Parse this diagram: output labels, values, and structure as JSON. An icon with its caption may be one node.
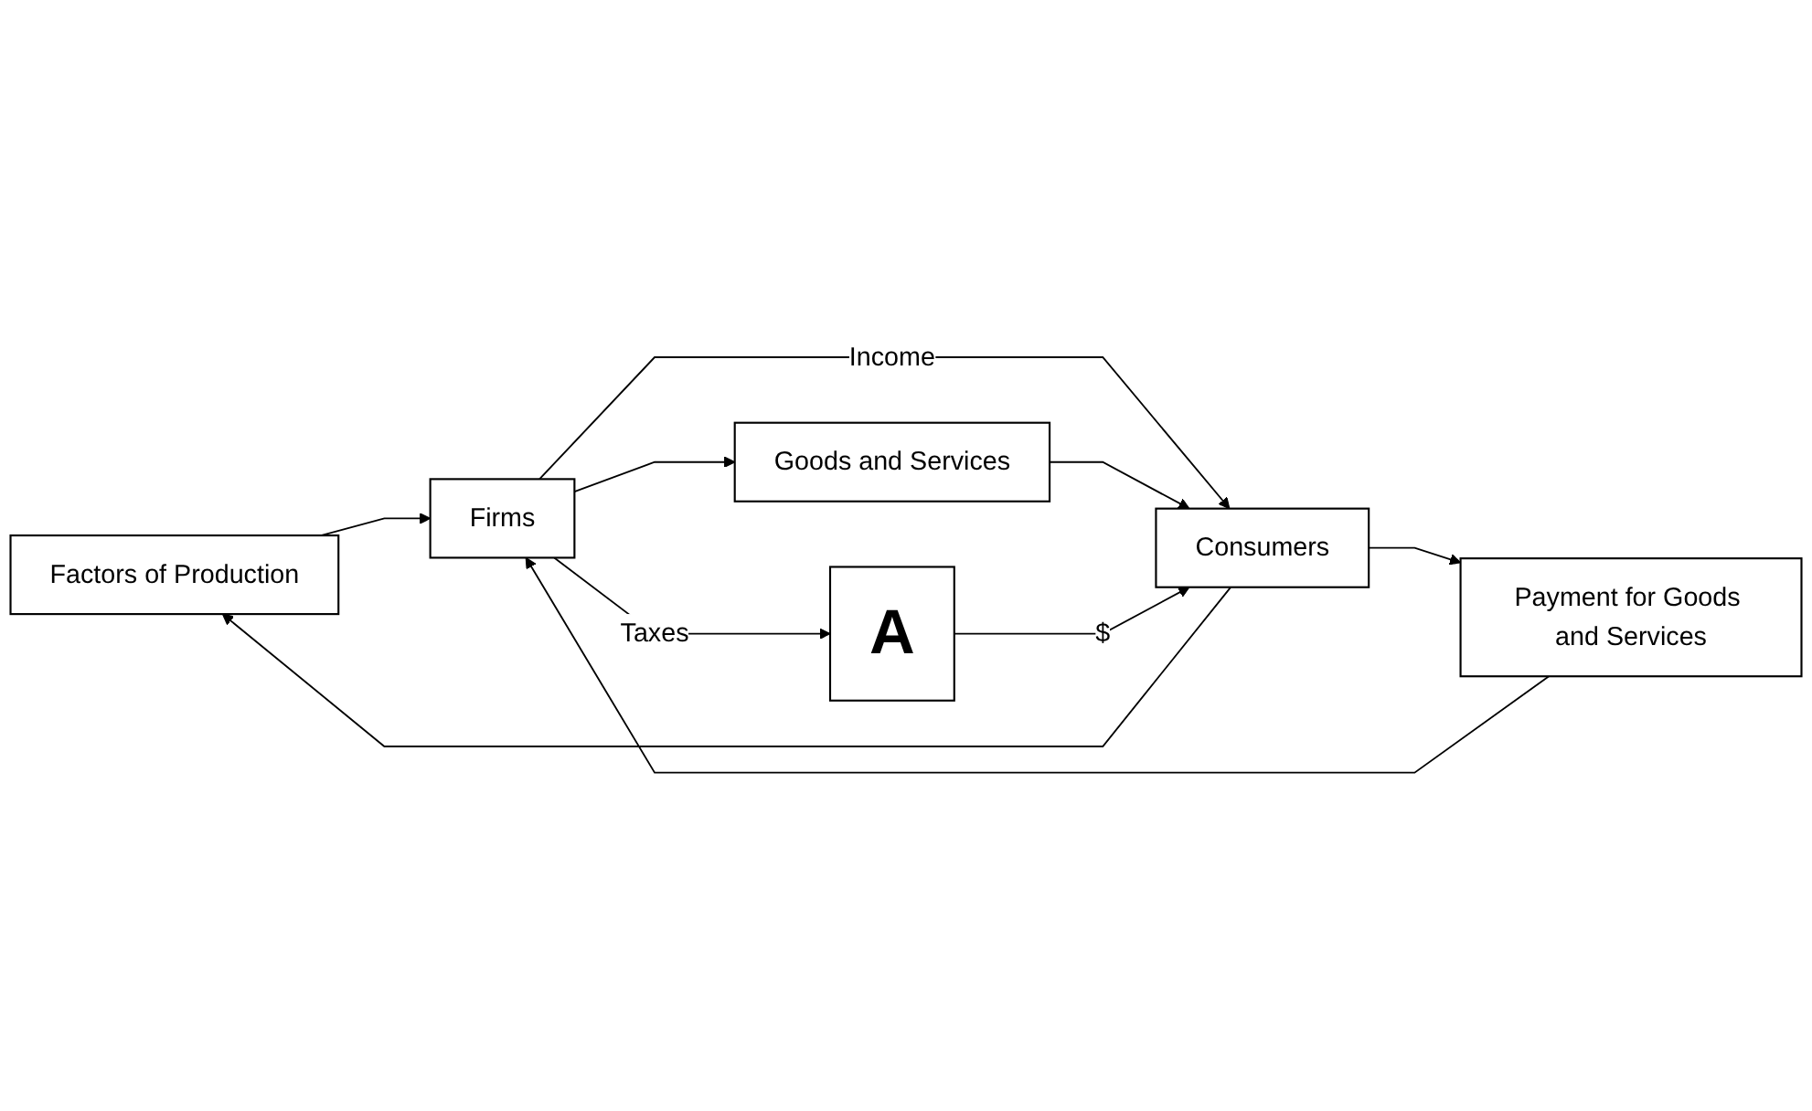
{
  "diagram": {
    "nodes": [
      {
        "text": [
          "Factors of Production"
        ]
      },
      {
        "text": [
          "Consumers"
        ]
      },
      {
        "text": [
          "Firms"
        ]
      },
      {
        "text": [
          "Goods and Services"
        ]
      },
      {
        "text": [
          "Payment for Goods and Services"
        ]
      },
      {
        "text": [
          "A"
        ]
      }
    ],
    "edges": [
      {
        "from": 1,
        "to": 0,
        "arrow": "to"
      },
      {
        "from": 0,
        "to": 2,
        "arrow": "to"
      },
      {
        "from": 2,
        "to": 1,
        "arrow": "to",
        "label": "Income"
      },
      {
        "from": 2,
        "to": 3,
        "arrow": "to"
      },
      {
        "from": 3,
        "to": 1,
        "arrow": "to"
      },
      {
        "from": 1,
        "to": 4,
        "arrow": "to"
      },
      {
        "from": 4,
        "to": 2,
        "arrow": "to"
      },
      {
        "from": 2,
        "to": 5,
        "arrow": "to",
        "label": "Taxes"
      },
      {
        "from": 5,
        "to": 1,
        "arrow": "to",
        "label": "$"
      }
    ]
  }
}
